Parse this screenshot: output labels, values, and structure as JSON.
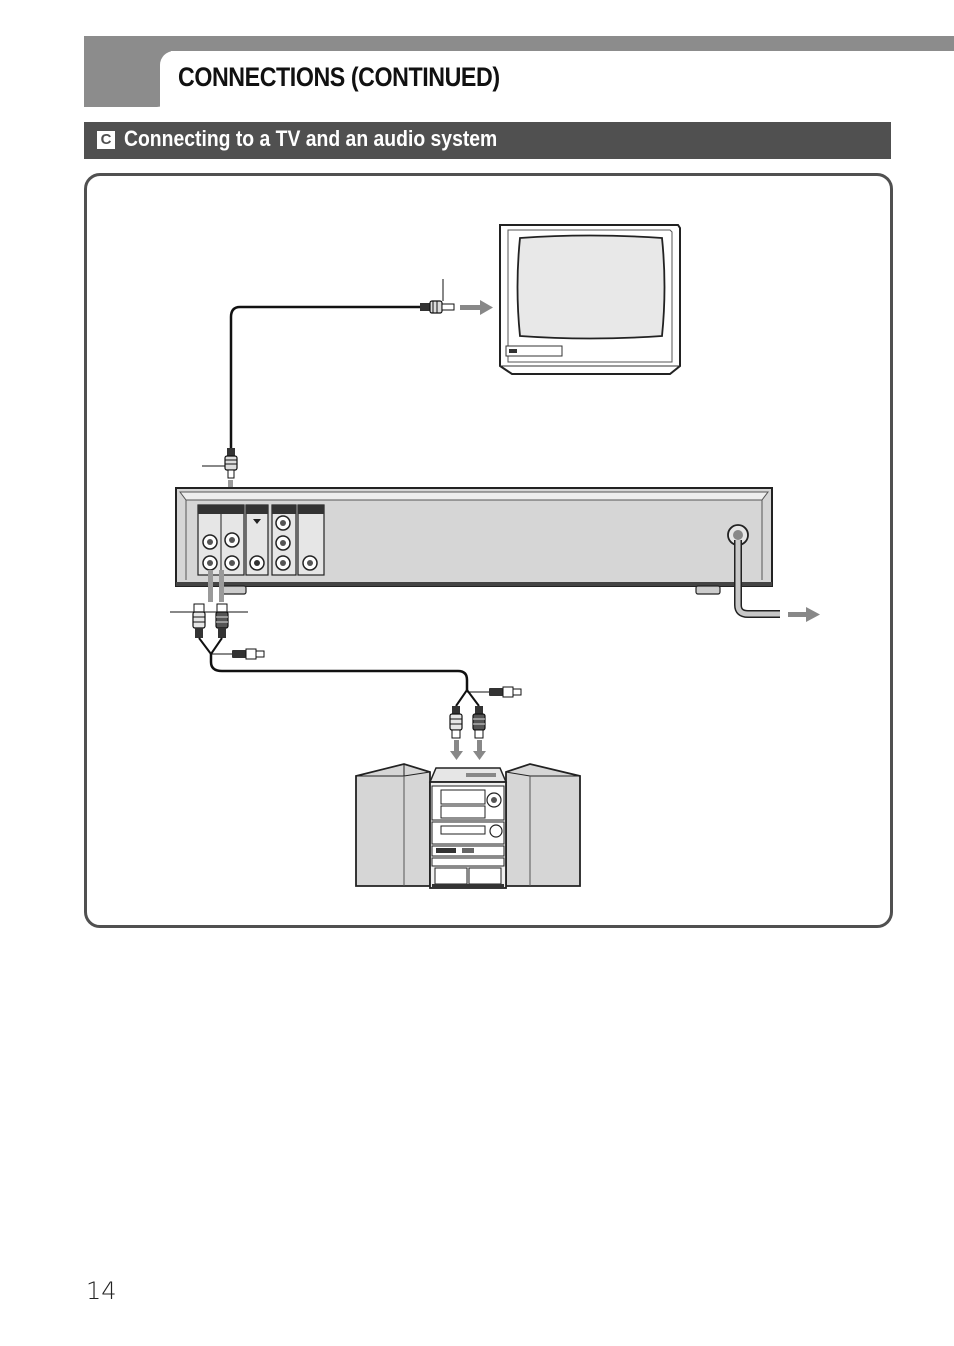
{
  "header": {
    "title": "CONNECTIONS (CONTINUED)",
    "accent_color": "#8c8c8c"
  },
  "section": {
    "letter": "C",
    "title": "Connecting to a TV and an audio system",
    "bar_color": "#505050"
  },
  "footer": {
    "page_number": "14"
  }
}
